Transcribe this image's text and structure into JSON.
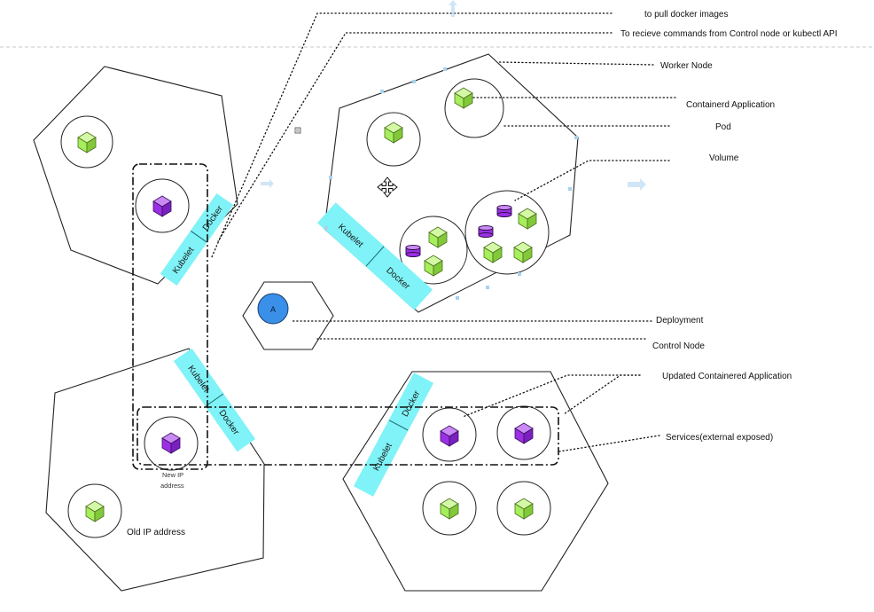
{
  "diagram": {
    "labels": {
      "pull_images": "to pull docker images",
      "receive_commands": "To recieve commands from Control node or kubectl API",
      "worker_node": "Worker Node",
      "containerd_app": "Containerd Application",
      "pod": "Pod",
      "volume": "Volume",
      "deployment": "Deployment",
      "control_node": "Control Node",
      "updated_app": "Updated Containered Application",
      "services": "Services(external exposed)",
      "old_ip": "Old IP address",
      "new_ip_line1": "New IP",
      "new_ip_line2": "address",
      "kubelet": "Kubelet",
      "docker": "Docker",
      "deployment_letter": "A"
    },
    "colors": {
      "container_green": "#a6ee5c",
      "container_purple": "#9b2fe6",
      "deployment_blue": "#3a8fe8",
      "band_cyan": "#7ff3f7"
    },
    "icons": [
      "cube-icon",
      "cylinder-volume-icon",
      "move-cursor-icon",
      "arrow-handle-icon"
    ]
  }
}
